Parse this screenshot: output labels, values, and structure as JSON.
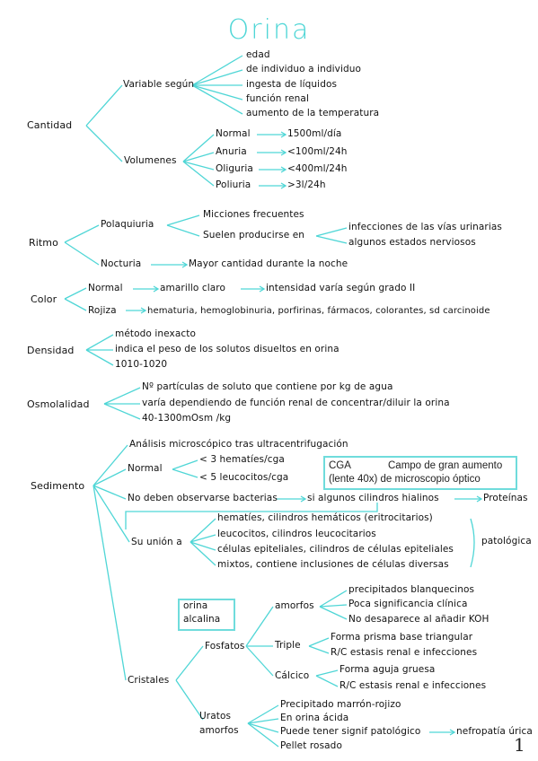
{
  "title": "Orina",
  "cantidad": {
    "label": "Cantidad",
    "variable": {
      "label": "Variable según",
      "items": [
        "edad",
        "de individuo a individuo",
        "ingesta de líquidos",
        "función renal",
        "aumento de la temperatura"
      ]
    },
    "volumenes": {
      "label": "Volumenes",
      "rows": [
        {
          "name": "Normal",
          "value": "1500ml/día"
        },
        {
          "name": "Anuria",
          "value": "<100ml/24h"
        },
        {
          "name": "Oliguria",
          "value": "<400ml/24h"
        },
        {
          "name": "Poliuria",
          "value": ">3l/24h"
        }
      ]
    }
  },
  "ritmo": {
    "label": "Ritmo",
    "polaquiuria": {
      "label": "Polaquiuria",
      "micciones": "Micciones frecuentes",
      "suelen": "Suelen producirse en",
      "causes": [
        "infecciones de las vías urinarias",
        "algunos estados nerviosos"
      ]
    },
    "nocturia": {
      "label": "Nocturia",
      "value": "Mayor cantidad durante la noche"
    }
  },
  "color": {
    "label": "Color",
    "normal": {
      "label": "Normal",
      "value": "amarillo claro",
      "extra": "intensidad varía según grado II"
    },
    "rojiza": {
      "label": "Rojiza",
      "value": "hematuria, hemoglobinuria, porfirinas, fármacos, colorantes, sd carcinoide"
    }
  },
  "densidad": {
    "label": "Densidad",
    "items": [
      "método inexacto",
      "indica el peso de los solutos disueltos en orina",
      "1010-1020"
    ]
  },
  "osmolalidad": {
    "label": "Osmolalidad",
    "items": [
      "Nº partículas de soluto que contiene por kg de agua",
      "varía dependiendo de función renal de concentrar/diluir la orina",
      "40-1300mOsm /kg"
    ]
  },
  "sedimento": {
    "label": "Sedimento",
    "analisis": "Análisis microscópico tras ultracentrifugación",
    "normal": {
      "label": "Normal",
      "items": [
        "< 3 hematíes/cga",
        "< 5 leucocitos/cga"
      ]
    },
    "cga_box": {
      "abbr": "CGA",
      "definition": "Campo de gran aumento",
      "note": "(lente 40x) de microscopio óptico"
    },
    "bacterias": {
      "text": "No deben observarse bacterias",
      "cilindros": "si algunos cilindros hialinos",
      "proteinas": "Proteínas"
    },
    "union": {
      "label": "Su unión a",
      "items": [
        "hematíes, cilindros hemáticos (eritrocitarios)",
        "leucocitos, cilindros leucocitarios",
        "células epiteliales, cilindros de células epiteliales",
        "mixtos, contiene inclusiones de células diversas"
      ],
      "result": "patológica"
    },
    "cristales": {
      "label": "Cristales",
      "box": "orina alcalina",
      "box_line1": "orina",
      "box_line2": "alcalina",
      "fosfatos": {
        "label": "Fosfatos",
        "amorfos": {
          "label": "amorfos",
          "items": [
            "precipitados blanquecinos",
            "Poca significancia clínica",
            "No desaparece al añadir KOH"
          ]
        },
        "triple": {
          "label": "Triple",
          "items": [
            "Forma prisma base triangular",
            "R/C estasis renal e infecciones"
          ]
        },
        "calcico": {
          "label": "Cálcico",
          "items": [
            "Forma aguja gruesa",
            "R/C estasis renal e infecciones"
          ]
        }
      },
      "uratos": {
        "label_line1": "Uratos",
        "label_line2": "amorfos",
        "items": [
          "Precipitado marrón-rojizo",
          "En orina ácida",
          "Puede tener signif patológico",
          "Pellet rosado"
        ],
        "nefropatia": "nefropatía úrica"
      }
    }
  },
  "page_number": "1",
  "colors": {
    "accent": "#4fd6d6",
    "ink": "#111111"
  }
}
